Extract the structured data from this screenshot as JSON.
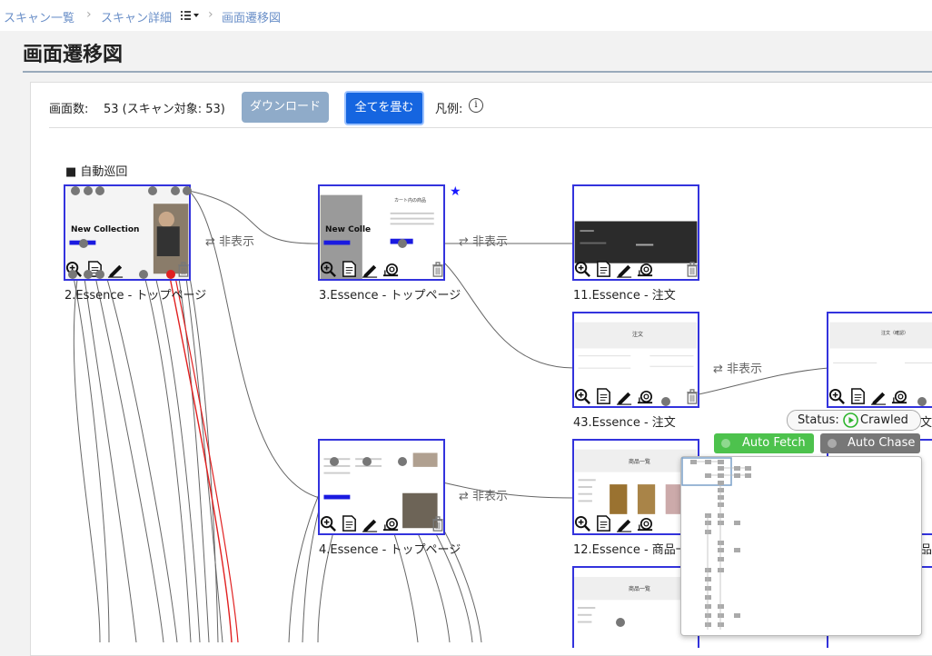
{
  "breadcrumb": {
    "items": [
      "スキャン一覧",
      "スキャン詳細",
      "画面遷移図"
    ]
  },
  "page": {
    "title": "画面遷移図"
  },
  "toolbar": {
    "count_label": "画面数:",
    "count_value": "53 (スキャン対象: 53)",
    "download_label": "ダウンロード",
    "collapse_label": "全てを畳む",
    "legend_label": "凡例:"
  },
  "graph": {
    "section_label": "■ 自動巡回",
    "hide_label": "⇄ 非表示",
    "nodes": [
      {
        "id": "n2",
        "label": "2.Essence - トップページ",
        "hero_text": "New Collection"
      },
      {
        "id": "n3",
        "label": "3.Essence - トップページ",
        "hero_text": "New Colle",
        "cart_title": "カート内の商品",
        "starred": true
      },
      {
        "id": "n11",
        "label": "11.Essence - 注文"
      },
      {
        "id": "n43",
        "label": "43.Essence - 注文",
        "page_title": "注文"
      },
      {
        "id": "n44",
        "label": "文",
        "page_title": "注文（確認）"
      },
      {
        "id": "n4",
        "label": "4.Essence - トップページ"
      },
      {
        "id": "n12",
        "label": "12.Essence - 商品一",
        "page_title": "商品一覧"
      },
      {
        "id": "n13",
        "label": "品一"
      },
      {
        "id": "n14",
        "page_title": "商品一覧"
      }
    ]
  },
  "status_tooltip": {
    "label": "Status:",
    "value": "Crawled"
  },
  "actions": {
    "auto_fetch": "Auto Fetch",
    "auto_chase": "Auto Chase"
  },
  "colors": {
    "node_border": "#3333dd",
    "primary": "#1565e0",
    "auto_fetch": "#4dc24d",
    "auto_chase": "#777777",
    "crawled": "#2db52d"
  },
  "icons": [
    "zoom-icon",
    "log-icon",
    "edit-icon",
    "snail-icon",
    "trash-icon",
    "info-icon",
    "star-icon",
    "list-menu-icon",
    "chevron-right-icon"
  ]
}
